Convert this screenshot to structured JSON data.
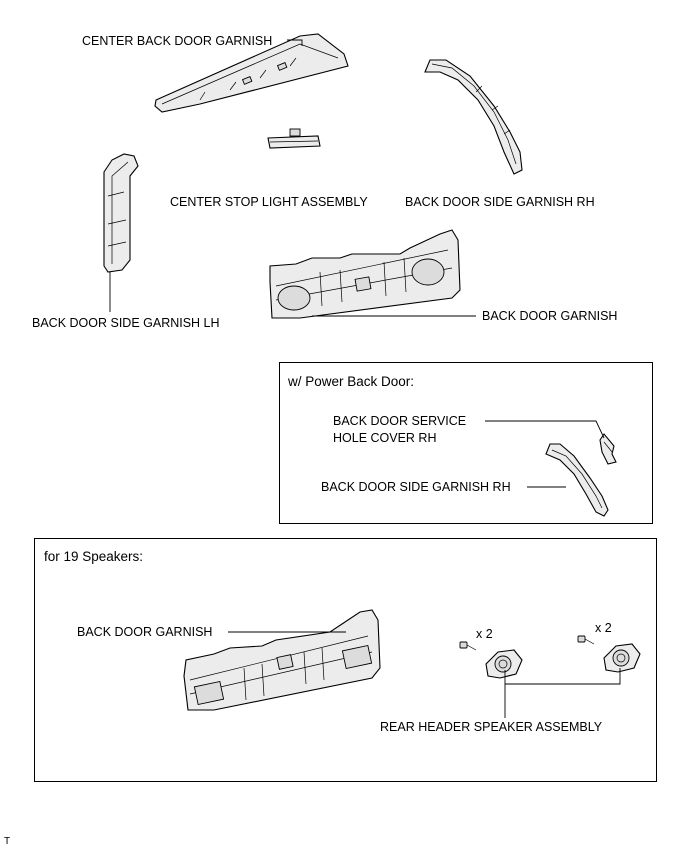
{
  "labels": {
    "center_back_door_garnish": "CENTER BACK DOOR GARNISH",
    "center_stop_light_assembly": "CENTER STOP LIGHT ASSEMBLY",
    "back_door_side_garnish_rh": "BACK DOOR SIDE GARNISH RH",
    "back_door_side_garnish_lh": "BACK DOOR SIDE GARNISH LH",
    "back_door_garnish": "BACK DOOR GARNISH"
  },
  "power_back_door_box": {
    "title": "w/ Power Back Door:",
    "service_hole_cover_line1": "BACK DOOR SERVICE",
    "service_hole_cover_line2": "HOLE COVER RH",
    "side_garnish_rh": "BACK DOOR SIDE GARNISH RH"
  },
  "speakers_box": {
    "title": "for 19 Speakers:",
    "back_door_garnish": "BACK DOOR GARNISH",
    "qty_left": "x 2",
    "qty_right": "x 2",
    "rear_header_speaker_assembly": "REAR HEADER SPEAKER ASSEMBLY"
  },
  "footer": {
    "code": "T"
  }
}
